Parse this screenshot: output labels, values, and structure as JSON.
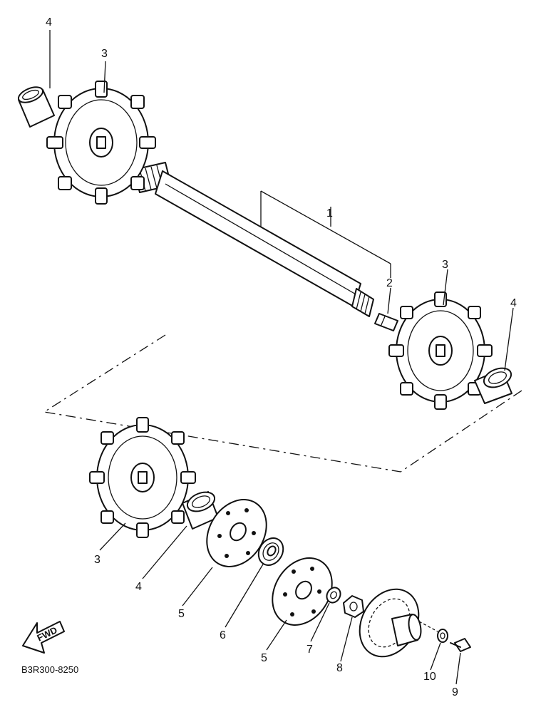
{
  "callouts": {
    "shaft": "1",
    "key": "2",
    "sprocket_top_left": "3",
    "sprocket_right": "3",
    "sprocket_lower": "3",
    "spacer_top_left": "4",
    "spacer_right": "4",
    "spacer_lower": "4",
    "plate_a": "5",
    "plate_b": "5",
    "bearing": "6",
    "washer": "7",
    "nut": "8",
    "bolt": "9",
    "lock_washer": "10"
  },
  "fwd_label": "FWD",
  "part_code": "B3R300-8250",
  "colors": {
    "ink": "#111111",
    "paper": "#ffffff"
  }
}
